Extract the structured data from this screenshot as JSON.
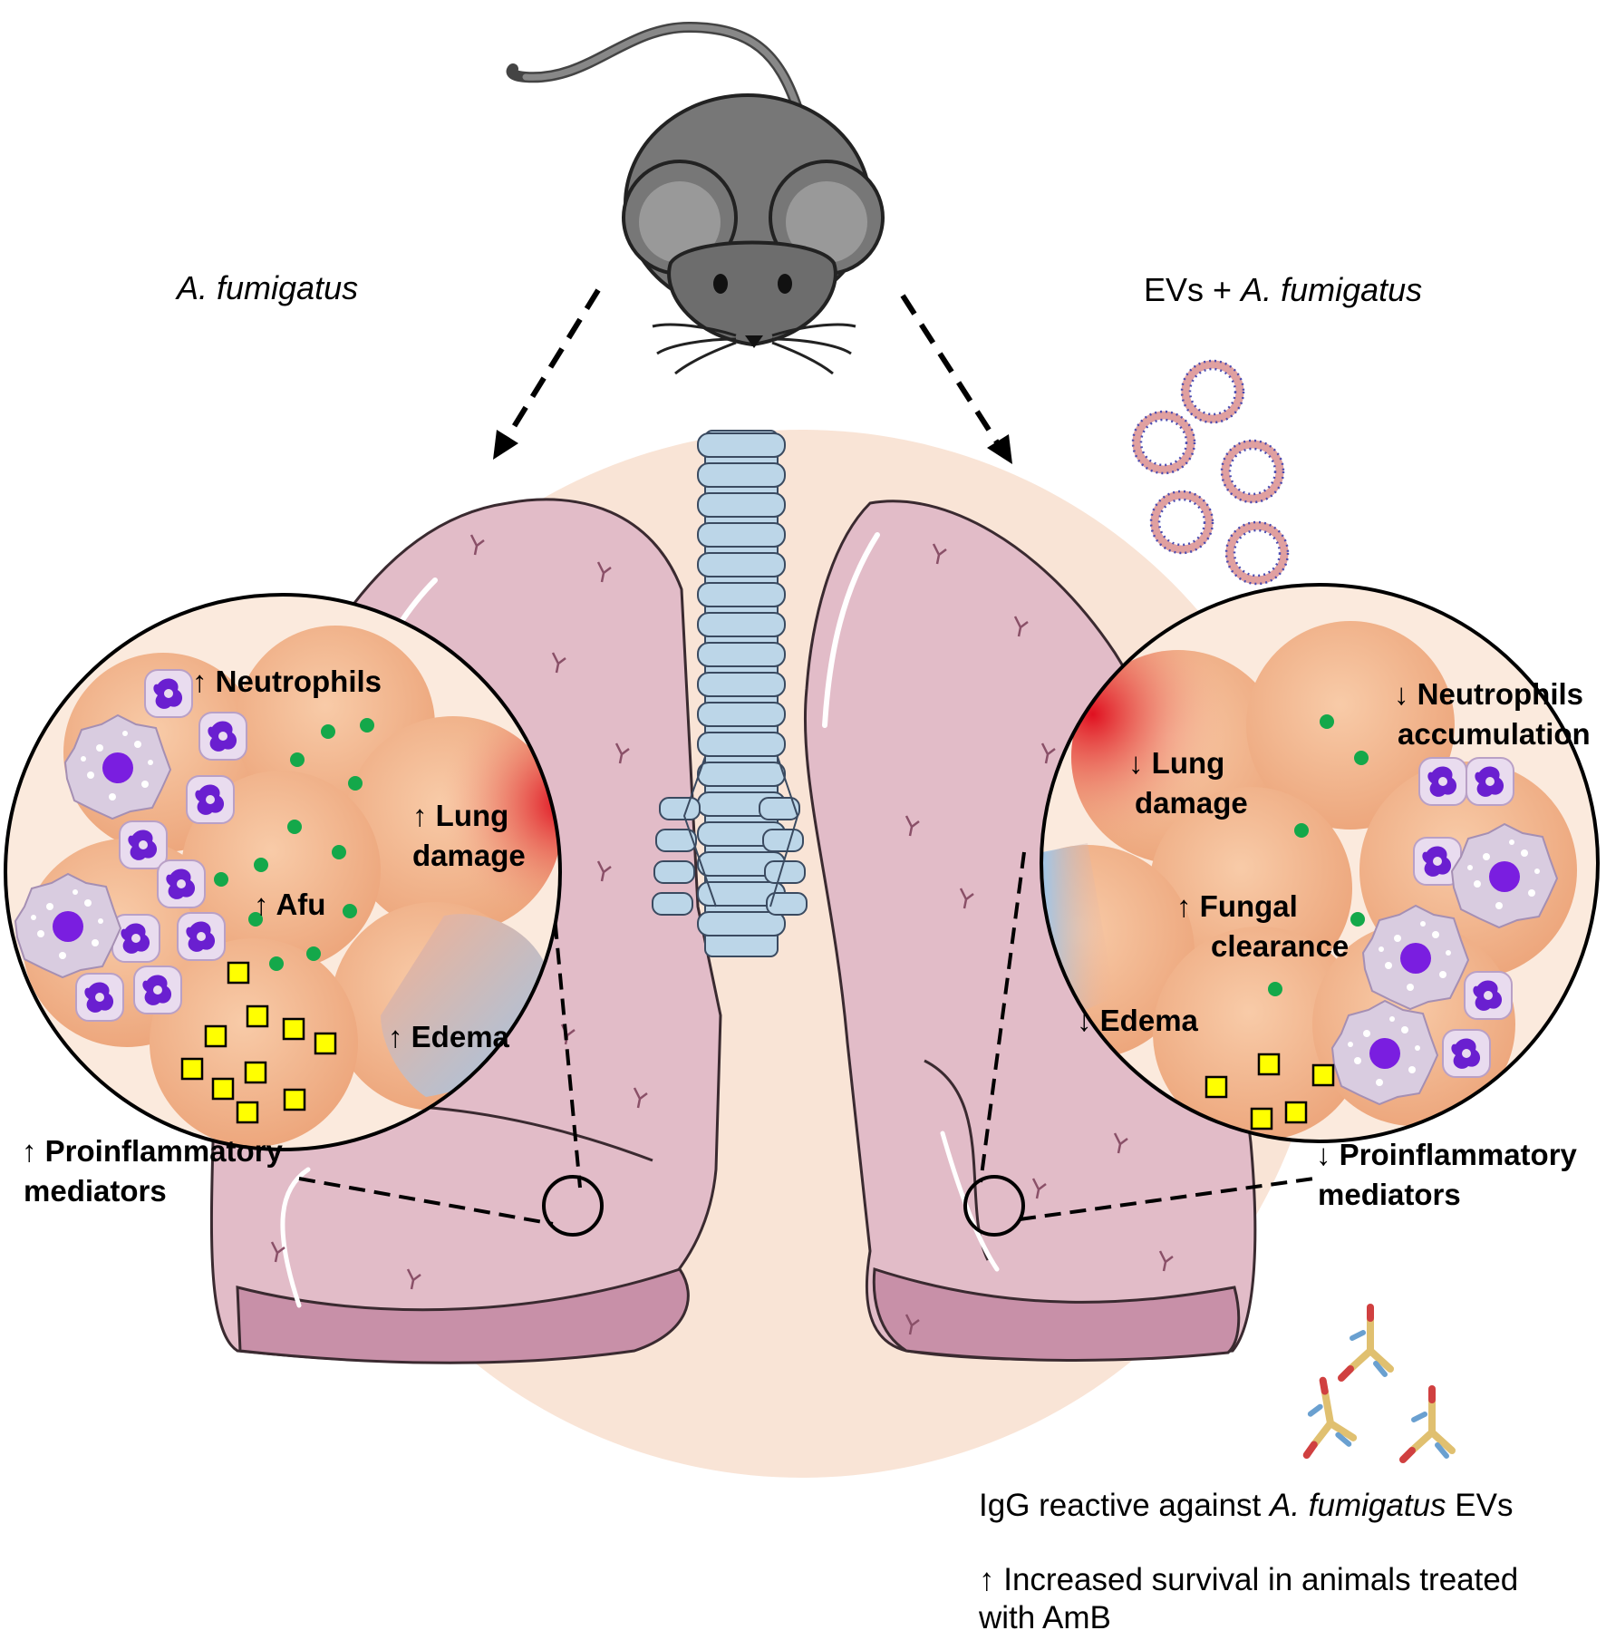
{
  "labels": {
    "left_condition": "A. fumigatus",
    "right_condition_prefix": "EVs + ",
    "right_condition_species": "A. fumigatus"
  },
  "left_inset": {
    "neutrophils": "↑ Neutrophils",
    "lung_damage_line1": "↑ Lung",
    "lung_damage_line2": "damage",
    "afu": "↑ Afu",
    "edema": "↑ Edema",
    "mediators_line1": "↑ Proinflammatory",
    "mediators_line2": "mediators"
  },
  "right_inset": {
    "neutrophils_line1": "↓ Neutrophils",
    "neutrophils_line2": "accumulation",
    "lung_damage_line1": "↓ Lung",
    "lung_damage_line2": "damage",
    "fungal_line1": "↑ Fungal",
    "fungal_line2": "clearance",
    "edema": "↓ Edema",
    "mediators_line1": "↓ Proinflammatory",
    "mediators_line2": "mediators"
  },
  "notes": {
    "igg_prefix": "IgG reactive against ",
    "igg_species": "A. fumigatus",
    "igg_suffix": " EVs",
    "survival_line1": "↑ Increased survival in animals treated",
    "survival_line2": "with AmB"
  },
  "colors": {
    "background_circle": "#f9e4d6",
    "lung_fill": "#e2bcc8",
    "lung_outline": "#3a2a30",
    "trachea": "#bcd6e8",
    "alveoli": "#f2b68f",
    "neutrophil": "#6a1fd0",
    "fungus_dot": "#14a84a",
    "mediator_square": "#ffff00",
    "damage_red": "#e8202a",
    "edema_blue": "#a8cbe8",
    "mouse_body": "#777777"
  },
  "icons": [
    "mouse-icon",
    "lung-icon",
    "trachea-icon",
    "neutrophil-icon",
    "macrophage-icon",
    "extracellular-vesicle-icon",
    "antibody-icon"
  ]
}
